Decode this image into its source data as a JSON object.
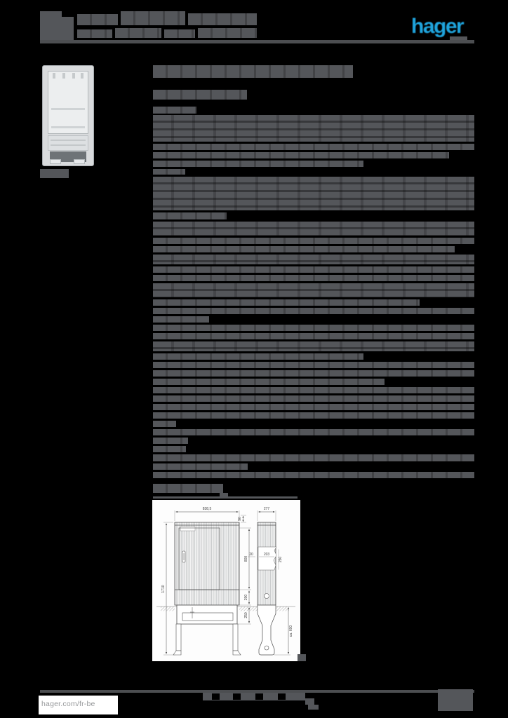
{
  "header": {
    "logo_text": "hager"
  },
  "footer": {
    "website": "hager.com/fr-be"
  },
  "technical_drawing": {
    "dimensions": {
      "front_width_mm": "838,5",
      "side_depth_mm": "277",
      "total_height_mm": "1710",
      "roof_height_mm": "90",
      "door_height_mm": "800",
      "base_height_mm": "200",
      "buried_depth_mm": "250",
      "cutout_offset_mm": "20",
      "cutout_width_mm": "203",
      "cutout_height_mm": "250",
      "anchor_length_mm": "ca. 600"
    }
  }
}
